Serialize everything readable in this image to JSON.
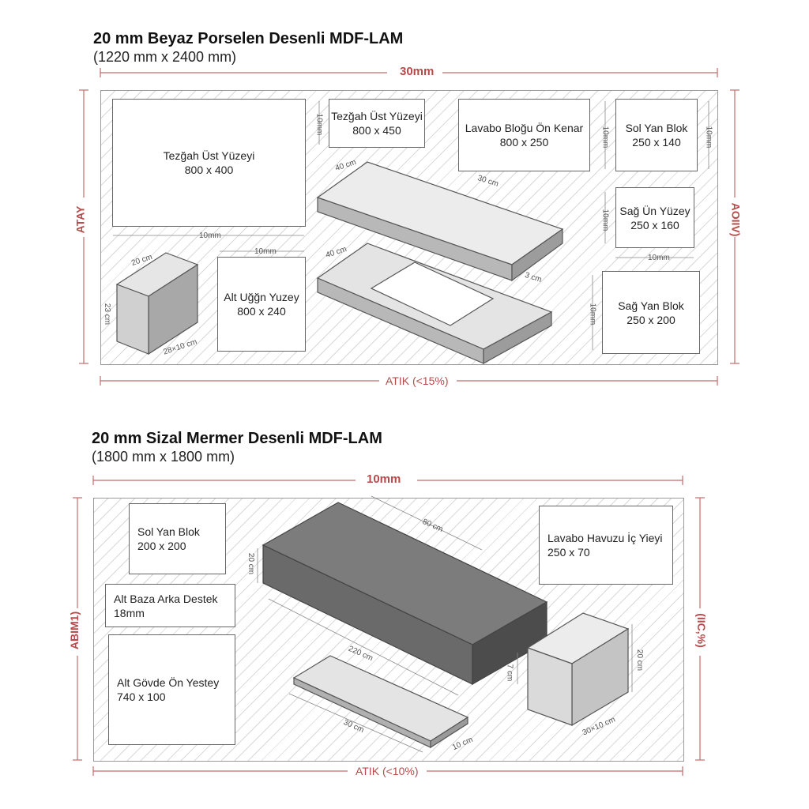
{
  "sheet1": {
    "title": "20 mm Beyaz Porselen Desenli MDF-LAM",
    "size": "(1220 mm x 2400 mm)",
    "top_dim": "30mm",
    "left_label": "ATAY",
    "right_label": "AOIIV)",
    "bottom_dim": "ATIK (<15%)",
    "pieces": [
      {
        "name": "Tezğah Üst Yüzeyi",
        "size": "800 x 400"
      },
      {
        "name": "Tezğah Üst Yüzeyi",
        "size": "800 x 450"
      },
      {
        "name": "Lavabo Bloğu Ön Kenar",
        "size": "800 x 250"
      },
      {
        "name": "Sol Yan Blok",
        "size": "250 x 140"
      },
      {
        "name": "Sağ Ün Yüzey",
        "size": "250 x 160"
      },
      {
        "name": "Sağ Yan Blok",
        "size": "250 x 200"
      },
      {
        "name": "Alt Uğğn Yuzey",
        "size": "800 x 240"
      }
    ],
    "dims": {
      "d1": "10mm",
      "d2": "10mm",
      "d3": "10mm",
      "d4": "10mm",
      "d5": "10mm",
      "d6": "10mm",
      "d7": "10mm",
      "d8": "10mm",
      "c1": "40 cm",
      "c2": "30 cm",
      "c3": "40 cm",
      "c4": "3 cm",
      "c5": "20 cm",
      "c6": "23 cm",
      "c7": "28×10 cm"
    }
  },
  "sheet2": {
    "title": "20 mm Sizal Mermer Desenli MDF-LAM",
    "size": "(1800 mm x 1800 mm)",
    "top_dim": "10mm",
    "left_label": "ABIM1)",
    "right_label": "(IIC,%)",
    "bottom_dim": "ATIK (<10%)",
    "pieces": [
      {
        "name": "Sol Yan Blok",
        "size": "200 x 200"
      },
      {
        "name": "Alt Baza Arka Destek",
        "size": "18mm"
      },
      {
        "name": "Alt Gövde Ön Yestey",
        "size": "740 x 100"
      },
      {
        "name": "Lavabo Havuzu İç Yieyi",
        "size": "250 x 70"
      }
    ],
    "dims": {
      "c1": "80 cm",
      "c2": "20 cm",
      "c3": "220 cm",
      "c4": "7 cm",
      "c5": "20 cm",
      "c6": "30 cm",
      "c7": "10 cm",
      "c8": "30×10 cm"
    }
  },
  "colors": {
    "accent": "#b84a4a",
    "outline": "#666666",
    "hatch": "#d9d9d9"
  }
}
